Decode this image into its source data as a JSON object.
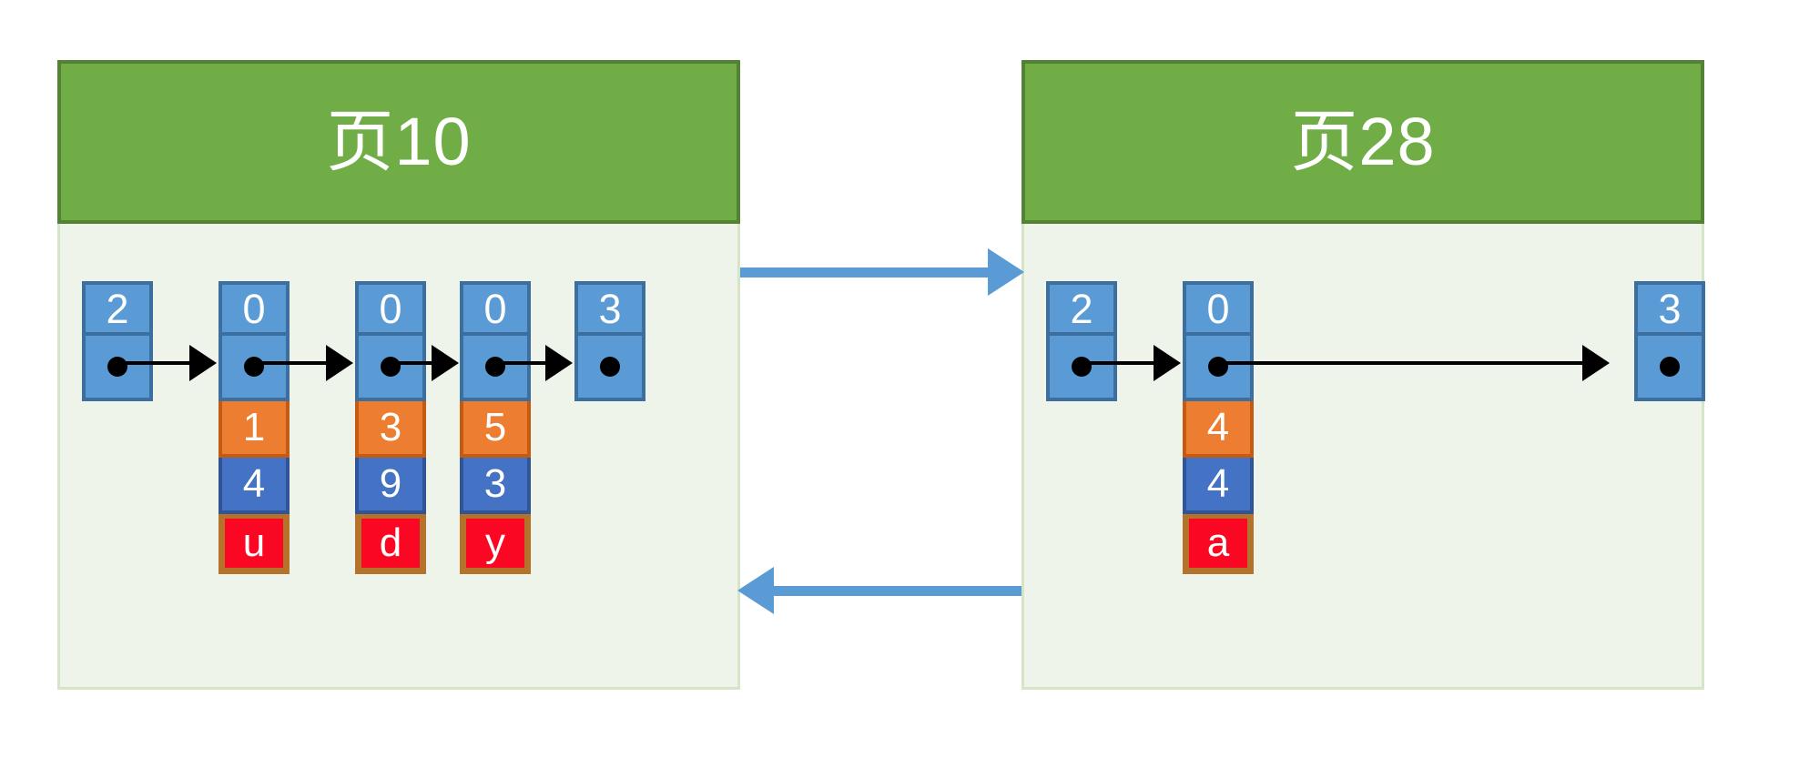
{
  "diagram": {
    "type": "linked-list-pages",
    "background_color": "#ffffff",
    "colors": {
      "page_fill": "#eef4ea",
      "page_border": "#d5e6c8",
      "header_fill": "#70ad47",
      "header_border": "#548235",
      "node_fill": "#5b9bd5",
      "node_border": "#3d6f9e",
      "orange_fill": "#ed7d31",
      "orange_border": "#c55a11",
      "dark_blue_fill": "#4472c4",
      "dark_blue_border": "#2f5597",
      "red_fill": "#fa0823",
      "red_border": "#b4722a",
      "pointer_arrow": "#000000",
      "page_arrow": "#5b9bd5",
      "text_on_fill": "#ffffff"
    }
  },
  "pages": [
    {
      "id": "page-left",
      "title": "页10",
      "nodes": [
        {
          "key": "2",
          "pointer": "dot",
          "stack": []
        },
        {
          "key": "0",
          "pointer": "dot",
          "stack": [
            {
              "value": "1",
              "style": "orange"
            },
            {
              "value": "4",
              "style": "dblue"
            },
            {
              "value": "u",
              "style": "red"
            }
          ]
        },
        {
          "key": "0",
          "pointer": "dot",
          "stack": [
            {
              "value": "3",
              "style": "orange"
            },
            {
              "value": "9",
              "style": "dblue"
            },
            {
              "value": "d",
              "style": "red"
            }
          ]
        },
        {
          "key": "0",
          "pointer": "dot",
          "stack": [
            {
              "value": "5",
              "style": "orange"
            },
            {
              "value": "3",
              "style": "dblue"
            },
            {
              "value": "y",
              "style": "red"
            }
          ]
        },
        {
          "key": "3",
          "pointer": "dot",
          "stack": []
        }
      ]
    },
    {
      "id": "page-right",
      "title": "页28",
      "nodes": [
        {
          "key": "2",
          "pointer": "dot",
          "stack": []
        },
        {
          "key": "0",
          "pointer": "dot",
          "stack": [
            {
              "value": "4",
              "style": "orange"
            },
            {
              "value": "4",
              "style": "dblue"
            },
            {
              "value": "a",
              "style": "red"
            }
          ]
        },
        {
          "key": "3",
          "pointer": "dot",
          "stack": []
        }
      ]
    }
  ],
  "page_links": [
    {
      "id": "link-forward",
      "direction": "right",
      "from": "page-left",
      "to": "page-right"
    },
    {
      "id": "link-backward",
      "direction": "left",
      "from": "page-right",
      "to": "page-left"
    }
  ]
}
